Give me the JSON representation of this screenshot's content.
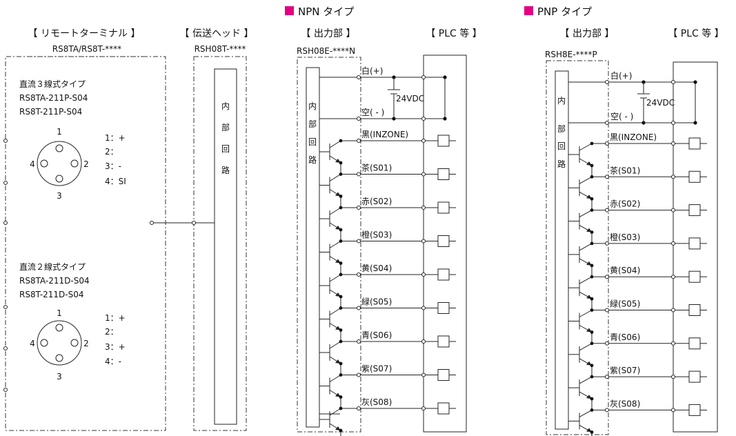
{
  "colors": {
    "accent": "#e4007f",
    "line": "#222222"
  },
  "remote": {
    "header": "【 リモートターミナル 】",
    "model": "RS8TA/RS8T-****",
    "three_wire": {
      "title": "直流３線式タイプ",
      "model1": "RS8TA-211P-S04",
      "model2": "RS8T-211P-S04",
      "pins": [
        "1：+",
        "2：",
        "3：-",
        "4：SI"
      ],
      "pin_numbers": [
        "1",
        "2",
        "3",
        "4"
      ]
    },
    "two_wire": {
      "title": "直流２線式タイプ",
      "model1": "RS8TA-211D-S04",
      "model2": "RS8T-211D-S04",
      "pins": [
        "1：+",
        "2：",
        "3：+",
        "4：-"
      ],
      "pin_numbers": [
        "1",
        "2",
        "3",
        "4"
      ]
    }
  },
  "head": {
    "header": "【 伝送ヘッド 】",
    "model": "RSH08T-****",
    "internal_label": [
      "内",
      "部",
      "回",
      "路"
    ]
  },
  "npn": {
    "type_title": "NPN タイプ",
    "output_header": "【 出力部 】",
    "plc_header": "【 PLC 等 】",
    "model": "RSH08E-****N",
    "internal_label": [
      "内",
      "部",
      "回",
      "路"
    ],
    "supply": {
      "plus": "白(+)",
      "minus": "空( - )",
      "voltage": "24VDC"
    },
    "signals": [
      "黒(INZONE)",
      "茶(S01)",
      "赤(S02)",
      "橙(S03)",
      "黄(S04)",
      "緑(S05)",
      "青(S06)",
      "紫(S07)",
      "灰(S08)"
    ]
  },
  "pnp": {
    "type_title": "PNP タイプ",
    "output_header": "【 出力部 】",
    "plc_header": "【 PLC 等 】",
    "model": "RSH8E-****P",
    "internal_label": [
      "内",
      "部",
      "回",
      "路"
    ],
    "supply": {
      "plus": "白(+)",
      "minus": "空( - )",
      "voltage": "24VDC"
    },
    "signals": [
      "黒(INZONE)",
      "茶(S01)",
      "赤(S02)",
      "橙(S03)",
      "黄(S04)",
      "緑(S05)",
      "青(S06)",
      "紫(S07)",
      "灰(S08)"
    ]
  }
}
